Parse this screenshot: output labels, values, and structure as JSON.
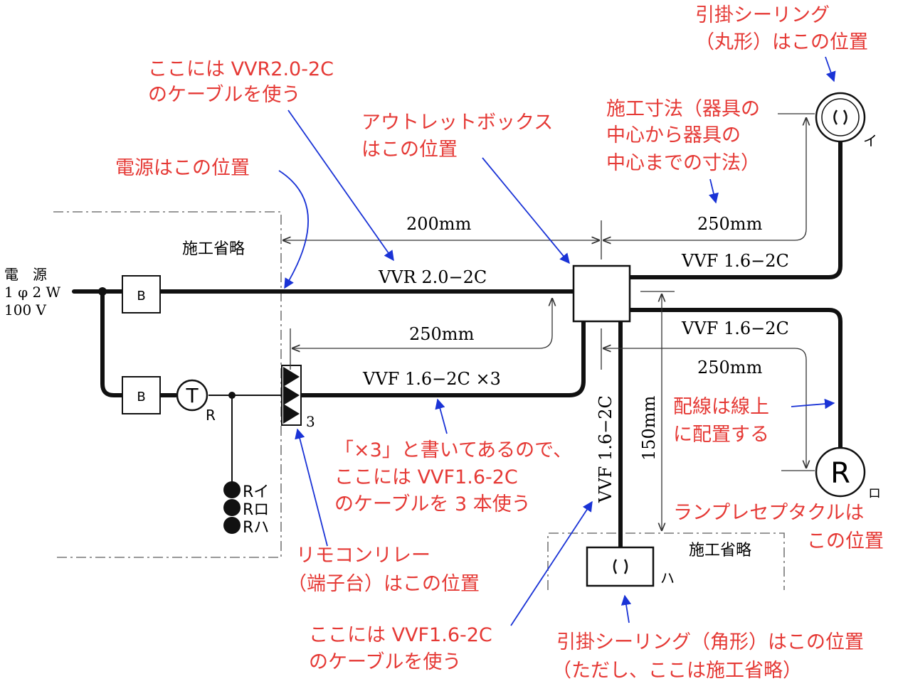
{
  "diagram": {
    "power": {
      "line1": "電　源",
      "line2": "1 φ 2 W",
      "line3": "100 V"
    },
    "omitted_label": "施工省略",
    "breaker_label": "B",
    "timer_label": "T",
    "timer_sub": "R",
    "remote_relay_count": "3",
    "switch_labels": [
      "Rイ",
      "Rロ",
      "Rハ"
    ],
    "lamp_label": "R",
    "fixtures": {
      "i": "イ",
      "ro": "ロ",
      "ha": "ハ"
    },
    "cables": {
      "main": "VVR 2.0−2C",
      "remote": "VVF  1.6−2C ×3",
      "to_i": "VVF  1.6−2C",
      "to_ro": "VVF  1.6−2C",
      "to_ha": "VVF  1.6−2C"
    },
    "dims": {
      "d200": "200mm",
      "d250_left": "250mm",
      "d250_i": "250mm",
      "d250_ro": "250mm",
      "d150": "150mm"
    }
  },
  "annotations": {
    "ceiling_round": [
      "引掛シーリング",
      "（丸形）はこの位置"
    ],
    "vvr": [
      "ここには VVR2.0-2C",
      "のケーブルを使う"
    ],
    "outlet_box": [
      "アウトレットボックス",
      "はこの位置"
    ],
    "dimension": [
      "施工寸法（器具の",
      "中心から器具の",
      "中心までの寸法）"
    ],
    "power_pos": [
      "電源はこの位置"
    ],
    "wiring": [
      "配線は線上",
      "に配置する"
    ],
    "x3": [
      "「×3」と書いてあるので、",
      "ここには VVF1.6-2C",
      "のケーブルを 3 本使う"
    ],
    "lamp": [
      "ランプレセプタクルは",
      "この位置"
    ],
    "relay": [
      "リモコンリレー",
      "（端子台）はこの位置"
    ],
    "vvf": [
      "ここには VVF1.6-2C",
      "のケーブルを使う"
    ],
    "ceiling_square": [
      "引掛シーリング（角形）はこの位置",
      "（ただし、ここは施工省略）"
    ]
  },
  "colors": {
    "annotation": "#e53935",
    "arrow": "#1a33d6",
    "line": "#111111"
  }
}
